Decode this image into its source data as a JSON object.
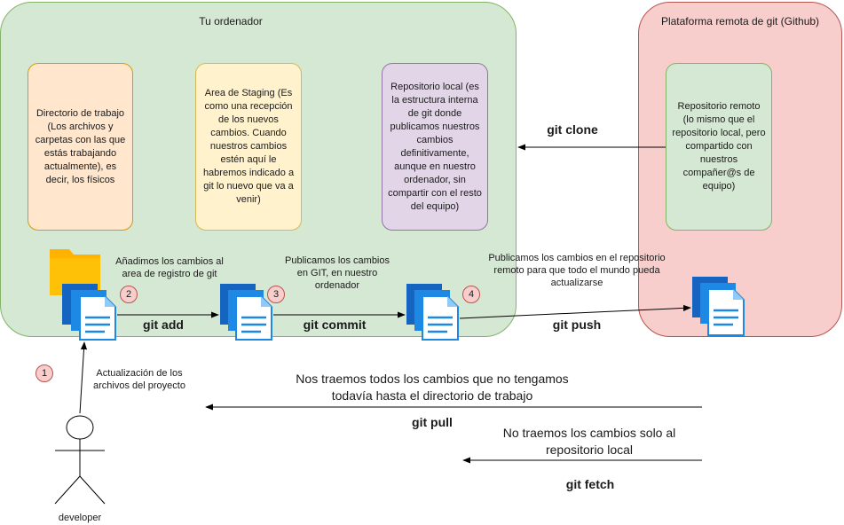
{
  "regions": {
    "local_title": "Tu ordenador",
    "remote_title": "Plataforma remota de git (Github)"
  },
  "cards": {
    "working_dir": "Directorio de trabajo (Los archivos y carpetas con las que estás trabajando actualmente), es decir, los físicos",
    "staging": "Area de Staging (Es como una recepción de los nuevos cambios. Cuando nuestros cambios estén aquí le habremos indicado a git lo nuevo que va a venir)",
    "local_repo": "Repositorio local (es la estructura interna de git donde publicamos nuestros cambios definitivamente, aunque en nuestro ordenador, sin compartir con el resto del equipo)",
    "remote_repo": "Repositorio remoto (lo mismo que el repositorio local, pero compartido con nuestros compañer@s de equipo)"
  },
  "steps": {
    "badge1": "1",
    "badge2": "2",
    "badge3": "3",
    "badge4": "4",
    "add_desc": "Añadimos los cambios al area de registro de git",
    "commit_desc": "Publicamos los cambios en GIT, en nuestro ordenador",
    "push_desc": "Publicamos los cambios en el repositorio remoto para que todo el mundo pueda actualizarse",
    "update_desc": "Actualización de los archivos del proyecto"
  },
  "commands": {
    "clone": "git clone",
    "add": "git add",
    "commit": "git commit",
    "push": "git push",
    "pull": "git pull",
    "fetch": "git fetch"
  },
  "notes": {
    "pull_desc": "Nos traemos todos los cambios que no tengamos todavía hasta el directorio de trabajo",
    "fetch_desc": "No traemos los cambios solo al repositorio local"
  },
  "actor": {
    "name": "developer"
  },
  "colors": {
    "local_fill": "#d5e8d4",
    "remote_fill": "#f8cecc",
    "doc_blue": "#1e88e5",
    "folder_yellow": "#ffc107"
  }
}
